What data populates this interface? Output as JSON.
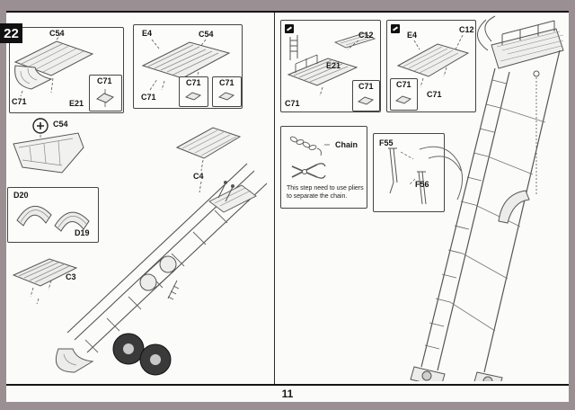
{
  "page": {
    "step_number": "22",
    "page_number": "11"
  },
  "left_column": {
    "box_a": {
      "c54": "C54",
      "c71": "C71",
      "e21": "E21",
      "callout_c71": "C71"
    },
    "box_b": {
      "e4": "E4",
      "c54": "C54",
      "c71": "C71",
      "callout1_c71": "C71",
      "callout2_c71": "C71"
    },
    "hull_detail": {
      "c54": "C54"
    },
    "deck_detail": {
      "c4": "C4"
    },
    "fender_box": {
      "d20": "D20",
      "d19": "D19"
    },
    "deck_c3": {
      "c3": "C3"
    }
  },
  "right_column": {
    "box_c": {
      "c12": "C12",
      "e21": "E21",
      "c71": "C71",
      "callout_c71": "C71"
    },
    "box_d": {
      "e4": "E4",
      "c12": "C12",
      "c71": "C71",
      "callout_c71": "C71"
    },
    "chain_box": {
      "chain_label": "Chain",
      "note": "This step need to use pliers to separate the chain."
    },
    "box_f": {
      "f55": "F55",
      "f56": "F56"
    }
  }
}
